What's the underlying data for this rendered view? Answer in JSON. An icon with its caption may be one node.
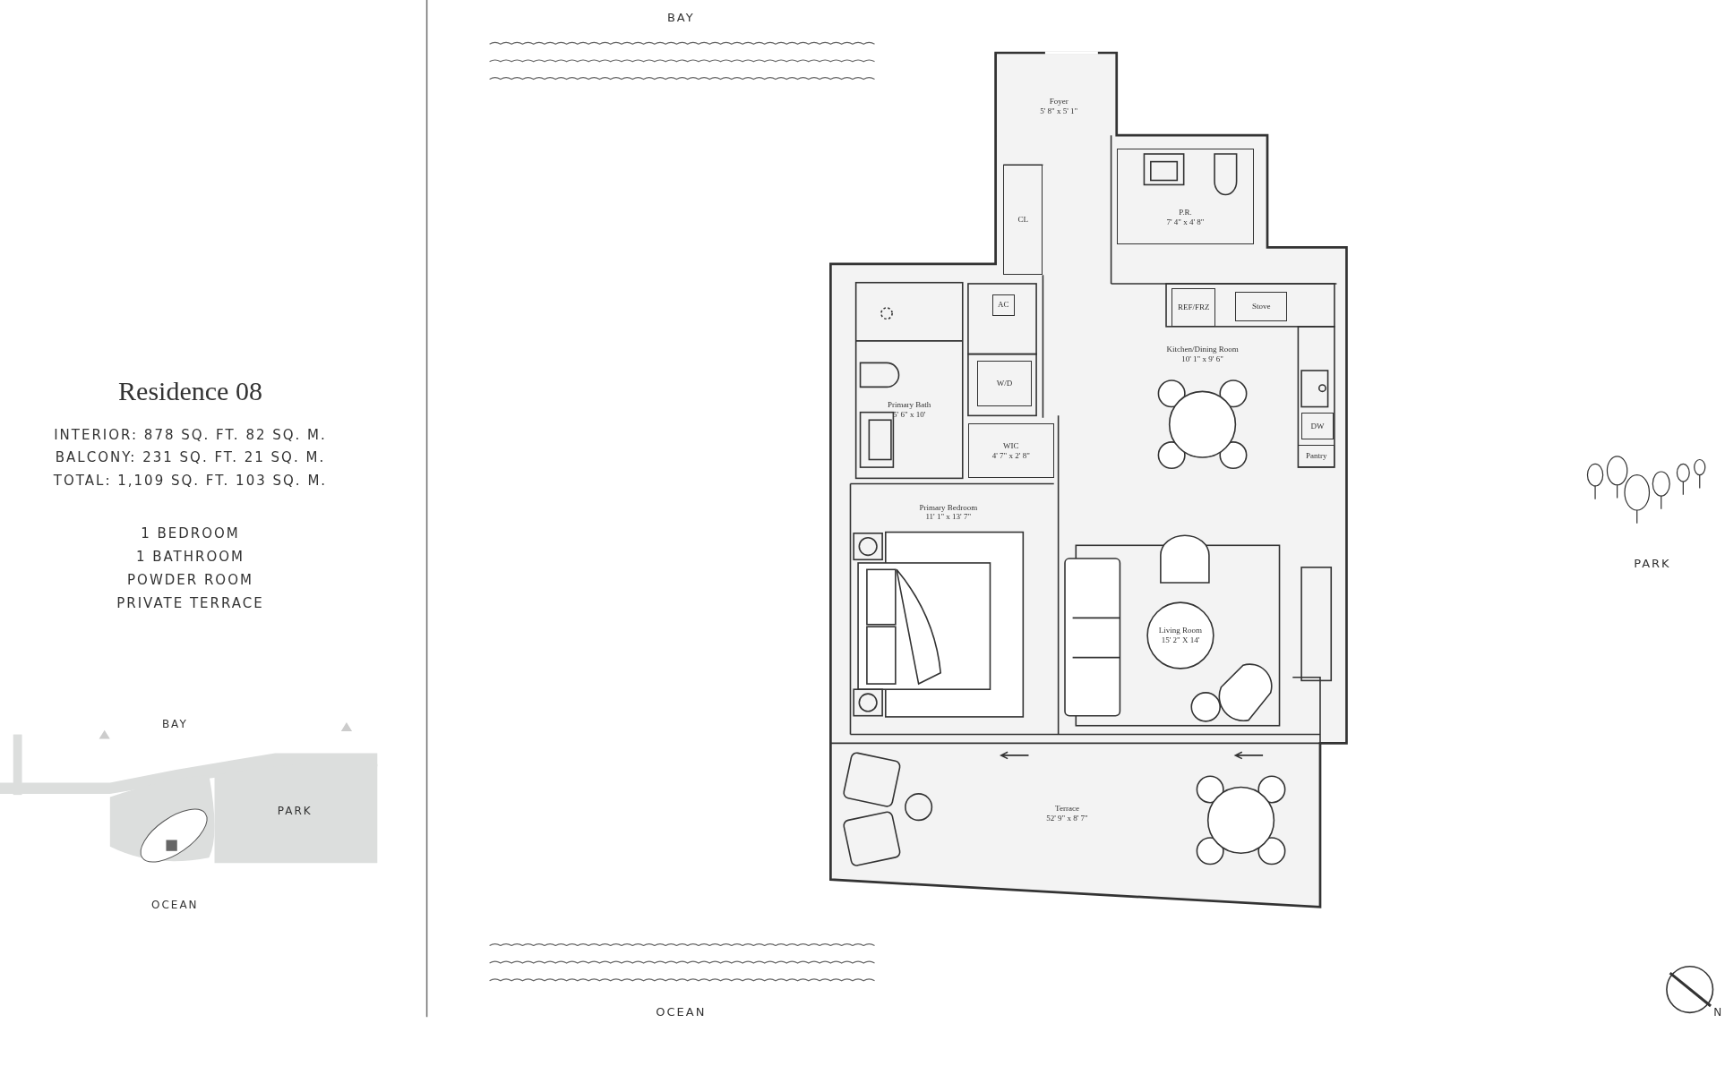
{
  "diagram": {
    "title": "Residence 08",
    "nodes": [
      {
        "text": [
          "Foyer",
          "5' 8\" x 5' 1\""
        ]
      },
      {
        "text": [
          "CL"
        ]
      },
      {
        "text": [
          "P.R.",
          "7' 4\" x 4' 8\""
        ]
      },
      {
        "text": [
          "AC"
        ]
      },
      {
        "text": [
          "REF/FRZ"
        ]
      },
      {
        "text": [
          "Stove"
        ]
      },
      {
        "text": [
          "Kitchen/Dining Room",
          "10' 1\" x 9' 6\""
        ]
      },
      {
        "text": [
          "W/D"
        ]
      },
      {
        "text": [
          "Primary Bath",
          "5' 6\" x 10'"
        ]
      },
      {
        "text": [
          "DW"
        ]
      },
      {
        "text": [
          "WIC",
          "4' 7\" x 2' 8\""
        ]
      },
      {
        "text": [
          "Pantry"
        ]
      },
      {
        "text": [
          "Primary Bedroom",
          "11' 1\" x 13' 7\""
        ]
      },
      {
        "text": [
          "Living Room",
          "15' 2\" X 14'"
        ]
      },
      {
        "text": [
          "Terrace",
          "52' 9\" x 8' 7\""
        ]
      }
    ],
    "edges": [],
    "labels": [
      "INTERIOR: 878 SQ. FT. 82 SQ. M.",
      "BALCONY: 231 SQ. FT. 21 SQ. M.",
      "TOTAL: 1,109 SQ. FT. 103 SQ. M.",
      "1 BEDROOM",
      "1 BATHROOM",
      "POWDER ROOM",
      "PRIVATE TERRACE",
      "BAY",
      "PARK",
      "OCEAN",
      "BAY",
      "PARK",
      "OCEAN",
      "N"
    ]
  }
}
